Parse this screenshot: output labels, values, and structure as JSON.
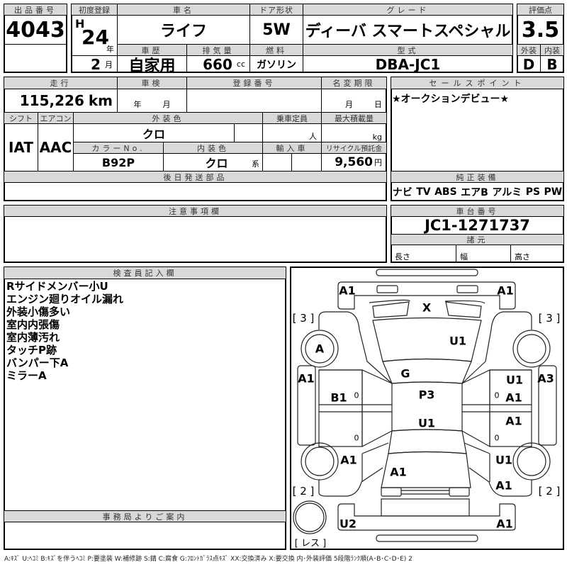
{
  "lot": {
    "label": "出品番号",
    "value": "4043"
  },
  "first_reg": {
    "label": "初度登録",
    "era": "H",
    "year": "24",
    "year_unit": "年",
    "month": "2",
    "month_unit": "月"
  },
  "car_name": {
    "label": "車名",
    "value": "ライフ"
  },
  "doors": {
    "label": "ドア形状",
    "value": "5W"
  },
  "grade": {
    "label": "グレード",
    "value": "ディーバ スマートスペシャル"
  },
  "history": {
    "label": "車歴",
    "value": "自家用"
  },
  "displacement": {
    "label": "排気量",
    "value": "660",
    "unit": "cc"
  },
  "fuel": {
    "label": "燃料",
    "value": "ガソリン"
  },
  "model": {
    "label": "型式",
    "value": "DBA-JC1"
  },
  "score": {
    "label": "評価点",
    "value": "3.5",
    "exterior_label": "外装",
    "interior_label": "内装",
    "exterior": "D",
    "interior": "B"
  },
  "mileage": {
    "label": "走行",
    "value": "115,226",
    "unit": "km"
  },
  "inspection": {
    "label": "車検",
    "year_unit": "年",
    "month_unit": "月"
  },
  "reg_number": {
    "label": "登録番号"
  },
  "name_change": {
    "label": "名変期限",
    "month_unit": "月",
    "day_unit": "日"
  },
  "shift": {
    "label": "シフト",
    "value": "IAT"
  },
  "aircon": {
    "label": "エアコン",
    "value": "AAC"
  },
  "ext_color": {
    "label": "外装色",
    "value": "クロ"
  },
  "capacity": {
    "label": "乗車定員",
    "unit": "人"
  },
  "max_load": {
    "label": "最大積載量",
    "unit": "kg"
  },
  "color_no": {
    "label": "カラーNo.",
    "value": "B92P"
  },
  "int_color": {
    "label": "内装色",
    "value": "クロ",
    "unit": "系"
  },
  "import": {
    "label": "輸入車"
  },
  "recycle": {
    "label": "リサイクル預託金",
    "value": "9,560",
    "unit": "円"
  },
  "later_parts": {
    "label": "後日発送部品"
  },
  "sales_point": {
    "label": "セールスポイント",
    "value": "★オークションデビュー★"
  },
  "equipment": {
    "label": "純正装備",
    "items": [
      "ナビ",
      "TV",
      "ABS",
      "エアB",
      "アルミ",
      "PS",
      "PW"
    ]
  },
  "caution": {
    "label": "注意事項欄"
  },
  "chassis": {
    "label": "車台番号",
    "value": "JC1-1271737"
  },
  "specs": {
    "label": "諸元",
    "length": "長さ",
    "width": "幅",
    "height": "高さ"
  },
  "inspector": {
    "label": "検査員記入欄",
    "notes": [
      "Rサイドメンバー小U",
      "エンジン廻りオイル漏れ",
      "外装小傷多い",
      "室内内張傷",
      "室内薄汚れ",
      "タッチP跡",
      "バンパー下A",
      "ミラーA"
    ]
  },
  "office": {
    "label": "事務局よりご案内"
  },
  "diagram": {
    "marks": [
      "A1",
      "A1",
      "X",
      "U1",
      "A",
      "A1",
      "G",
      "U1",
      "A3",
      "B1",
      "P3",
      "A1",
      "U1",
      "A1",
      "A1",
      "U1",
      "A1",
      "A1",
      "U2",
      "A1"
    ],
    "tires": [
      "[ 3 ]",
      "[ 3 ]",
      "[ 2 ]",
      "[ 2 ]"
    ],
    "spare": "[ レス ]",
    "door_marks": [
      "0",
      "0",
      "0",
      "0"
    ]
  },
  "legend": "A:ｷｽﾞ U:ﾍｺﾐ B:ｷｽﾞを伴うﾍｺﾐ P:要塗装 W:補修跡 S:錆 C:腐食 G:ﾌﾛﾝﾄｶﾞﾗｽ点ｷｽﾞ XX:交換済み X:要交換 内･外装評価 5段階ﾗﾝｸ順(A･B･C･D･E) 2"
}
